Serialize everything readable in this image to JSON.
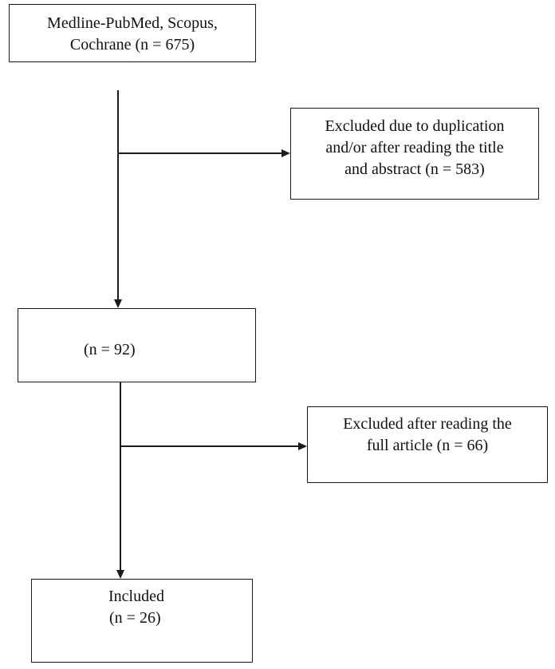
{
  "nodes": {
    "sources": {
      "line1": "Medline-PubMed, Scopus,",
      "line2": "Cochrane (n = 675)"
    },
    "excluded_screening": {
      "line1": "Excluded due to duplication",
      "line2": "and/or after reading the title",
      "line3": "and abstract (n = 583)"
    },
    "full_text": {
      "line1": "(n = 92)"
    },
    "excluded_full_text": {
      "line1": "Excluded after reading the",
      "line2": "full article (n = 66)"
    },
    "included": {
      "line1": "Included",
      "line2": "(n =  26)"
    }
  },
  "colors": {
    "stroke": "#1a1a1a",
    "background": "#ffffff"
  }
}
